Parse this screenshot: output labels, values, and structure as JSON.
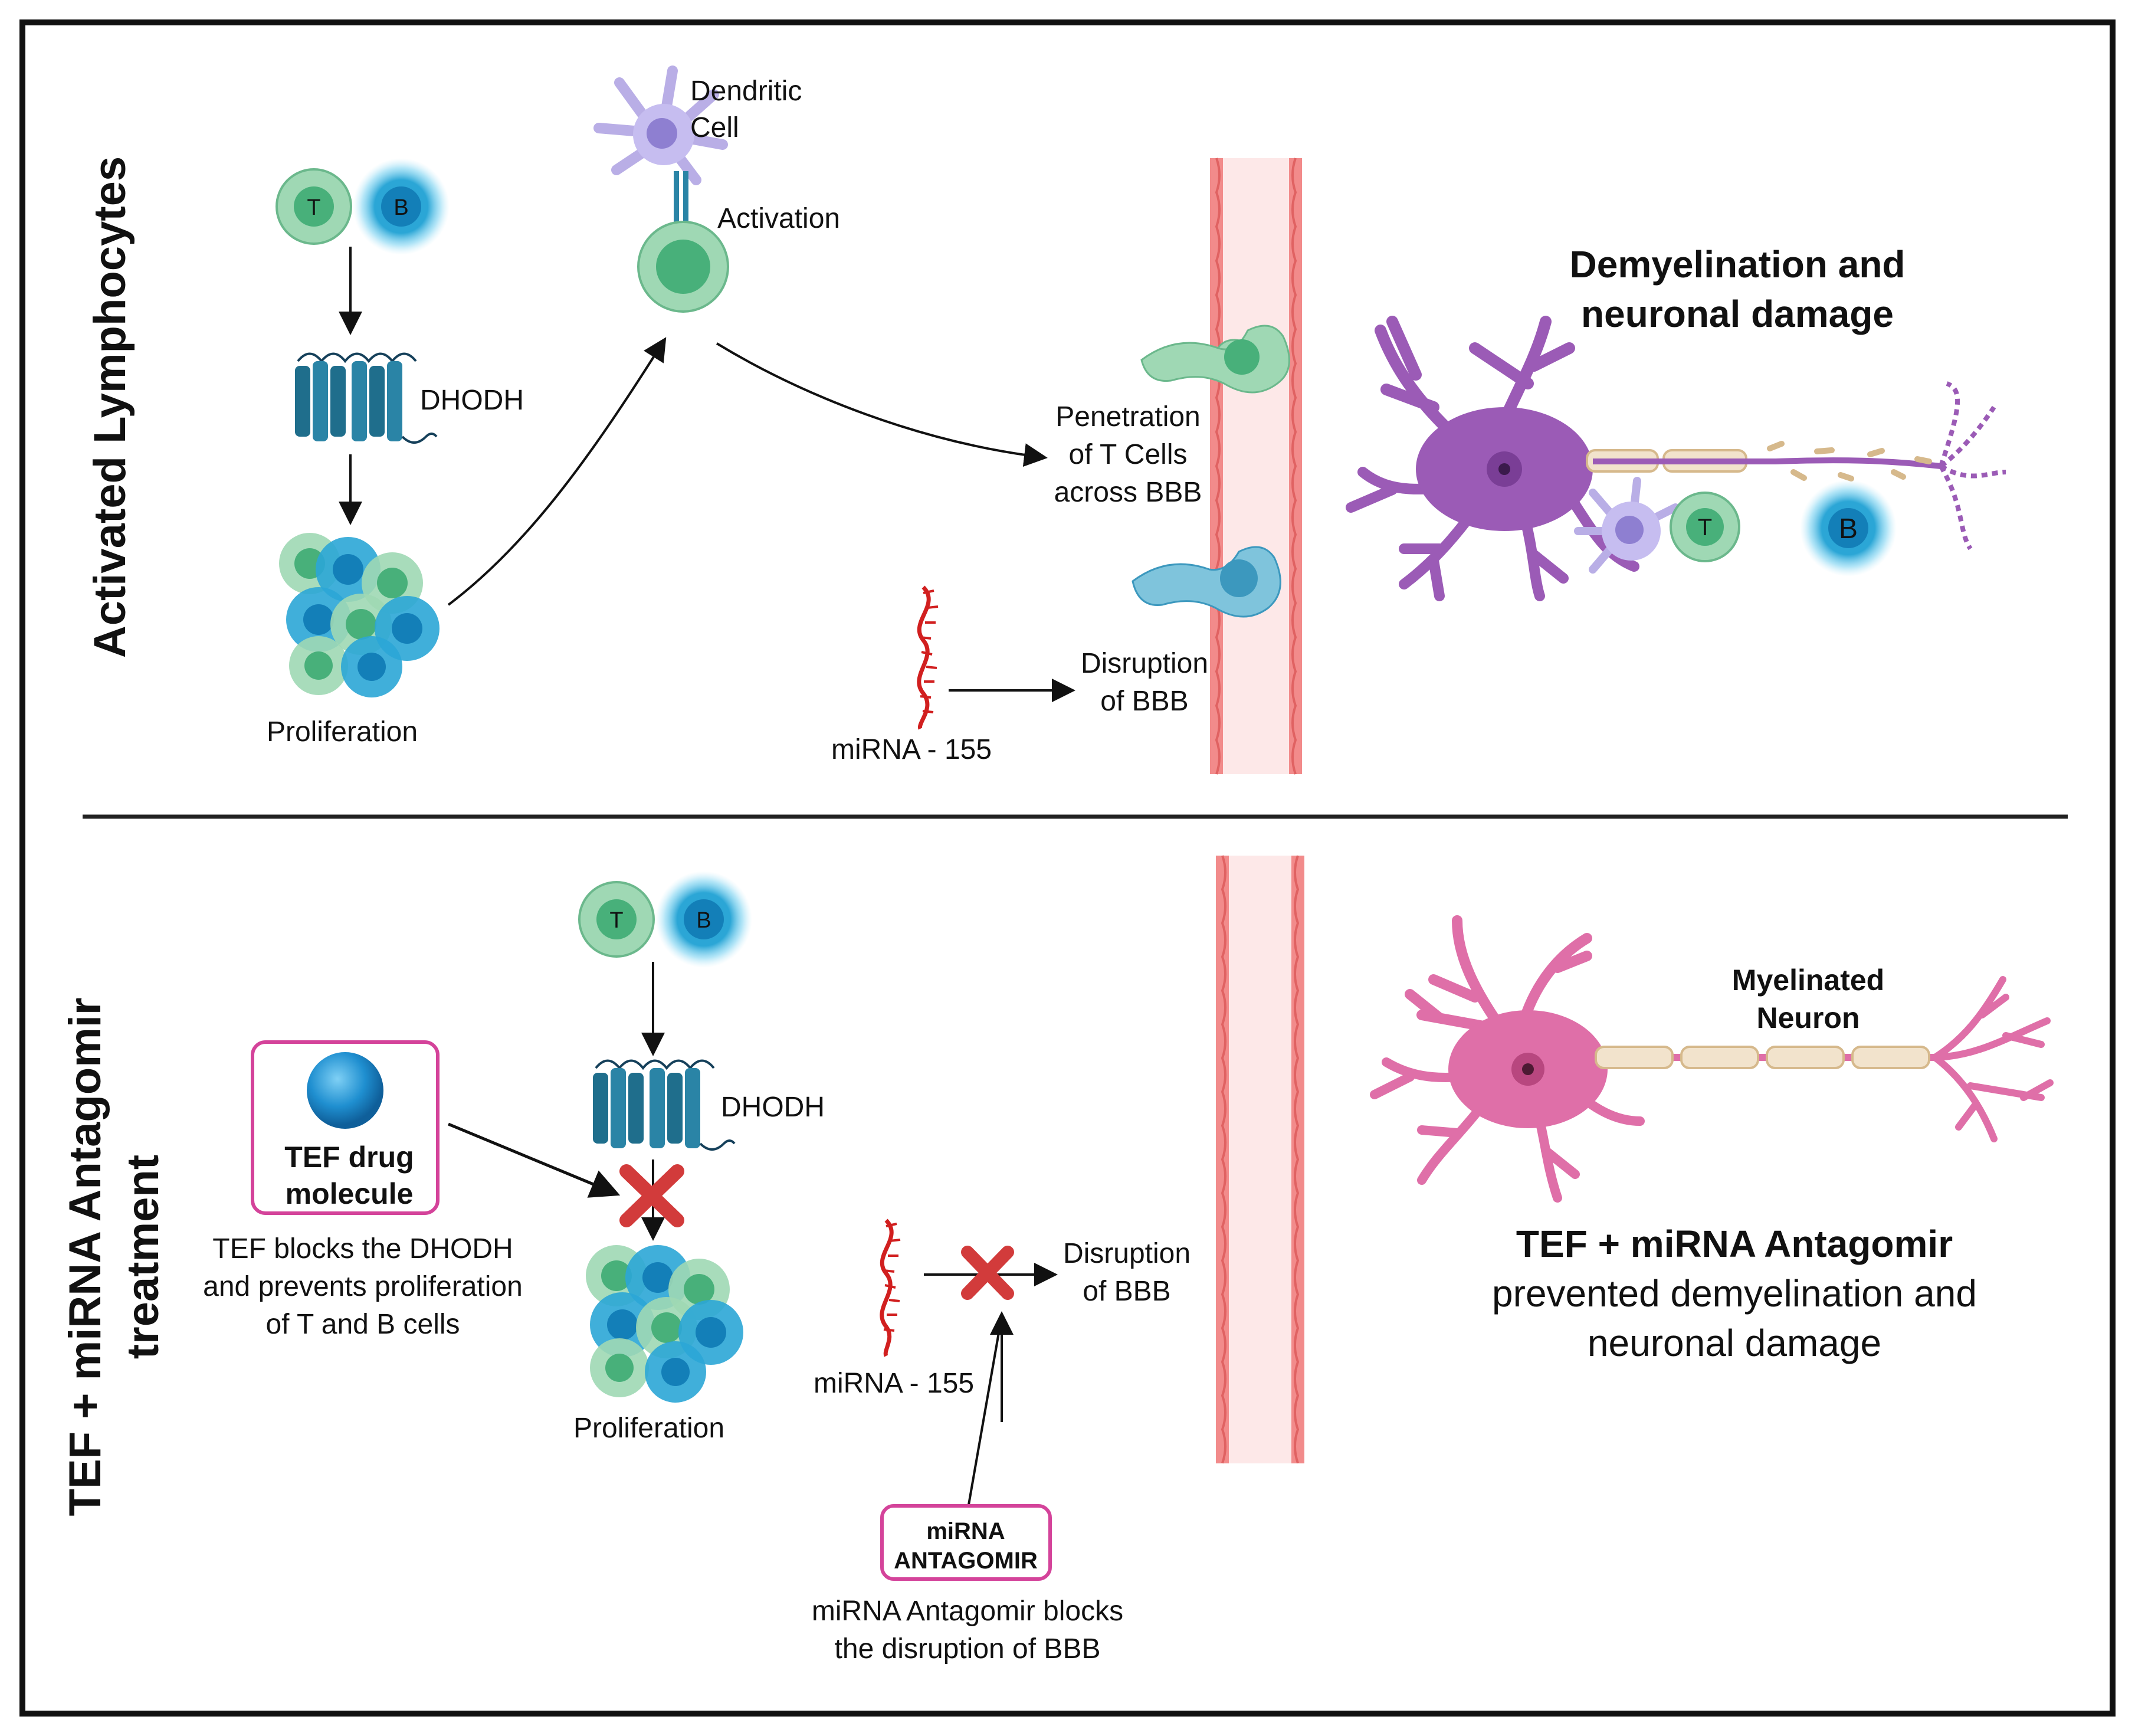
{
  "top": {
    "side_label": "Activated Lymphocytes",
    "t_cell": "T",
    "b_cell": "B",
    "dhodh": "DHODH",
    "proliferation": "Proliferation",
    "dendritic_line1": "Dendritic",
    "dendritic_line2": "Cell",
    "activation": "Activation",
    "penetration_line1": "Penetration",
    "penetration_line2": "of T Cells",
    "penetration_line3": "across BBB",
    "mirna": "miRNA - 155",
    "disruption_line1": "Disruption",
    "disruption_line2": "of BBB",
    "demyelination_line1": "Demyelination and",
    "demyelination_line2": "neuronal damage",
    "neuron_t": "T",
    "neuron_b": "B"
  },
  "bottom": {
    "side_label_line1": "TEF + miRNA Antagomir",
    "side_label_line2": "treatment",
    "t_cell": "T",
    "b_cell": "B",
    "tef_box_line1": "TEF drug",
    "tef_box_line2": "molecule",
    "tef_desc_line1": "TEF blocks the DHODH",
    "tef_desc_line2": "and prevents proliferation",
    "tef_desc_line3": "of T and B cells",
    "dhodh": "DHODH",
    "proliferation": "Proliferation",
    "mirna": "miRNA - 155",
    "disruption_line1": "Disruption",
    "disruption_line2": "of BBB",
    "antagomir_box_line1": "miRNA",
    "antagomir_box_line2": "ANTAGOMIR",
    "antagomir_desc_line1": "miRNA Antagomir blocks",
    "antagomir_desc_line2": "the disruption of BBB",
    "myelinated_line1": "Myelinated",
    "myelinated_line2": "Neuron",
    "result_line1": "TEF + miRNA Antagomir",
    "result_line2": "prevented demyelination and",
    "result_line3": "neuronal damage"
  },
  "colors": {
    "t_cell": "#7cc69a",
    "b_cell": "#2ba6d6",
    "dhodh": "#1f6e8c",
    "damaged_neuron": "#9b5bb6",
    "healthy_neuron": "#df6fa8",
    "bbb_wall": "#f28b8b",
    "bbb_fill": "#fde8e8",
    "block_x": "#d23b3b",
    "box_border": "#d4439a"
  }
}
